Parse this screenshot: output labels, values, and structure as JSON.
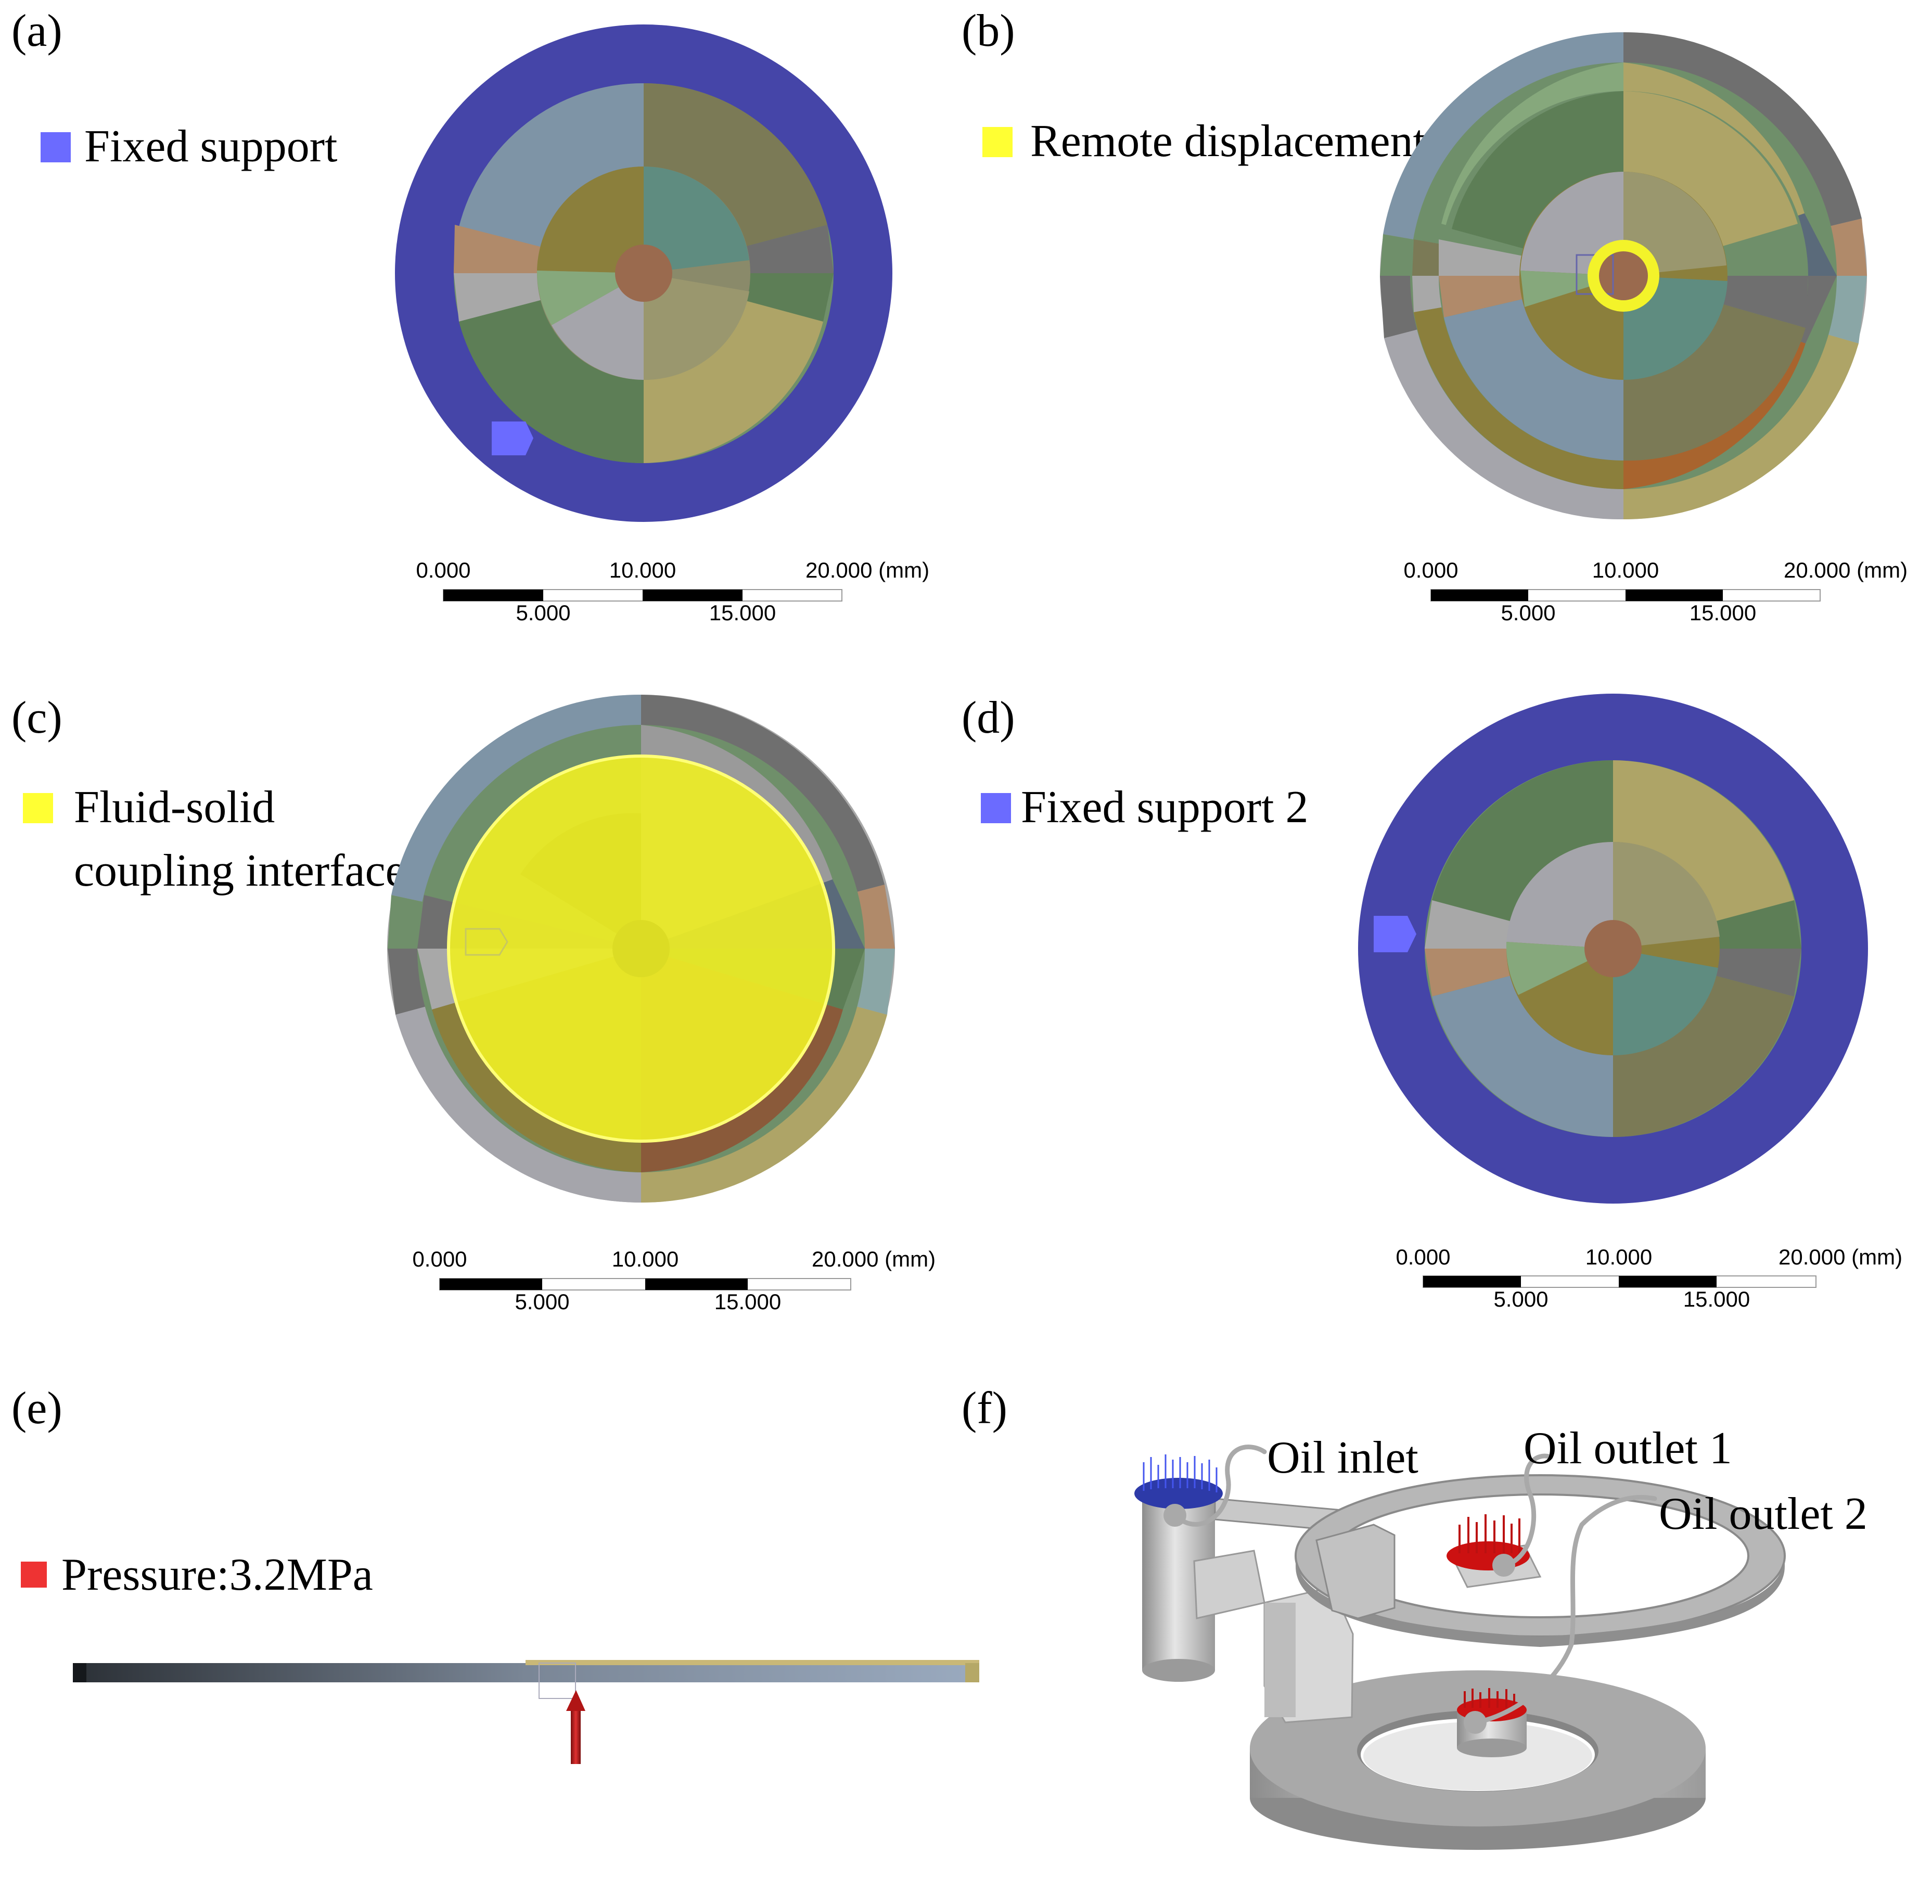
{
  "panels": {
    "a": {
      "label": "(a)",
      "legend": "Fixed support",
      "legend_color": "#6b6bff"
    },
    "b": {
      "label": "(b)",
      "legend": "Remote displacement",
      "legend_color": "#ffff33"
    },
    "c": {
      "label": "(c)",
      "legend_line1": "Fluid-solid",
      "legend_line2": "coupling interface",
      "legend_color": "#ffff33"
    },
    "d": {
      "label": "(d)",
      "legend": "Fixed support 2",
      "legend_color": "#6b6bff"
    },
    "e": {
      "label": "(e)",
      "legend": "Pressure:3.2MPa",
      "legend_color": "#ee3333"
    },
    "f": {
      "label": "(f)",
      "callouts": [
        "Oil inlet",
        "Oil outlet 1",
        "Oil outlet 2"
      ]
    }
  },
  "scale_bar": {
    "top_labels": [
      "0.000",
      "10.000",
      "20.000 (mm)"
    ],
    "bottom_labels": [
      "5.000",
      "15.000"
    ]
  },
  "colors": {
    "support_blue": "#4545a8",
    "highlight_yellow": "#f3f32a",
    "pressure_red": "#cc1111"
  }
}
